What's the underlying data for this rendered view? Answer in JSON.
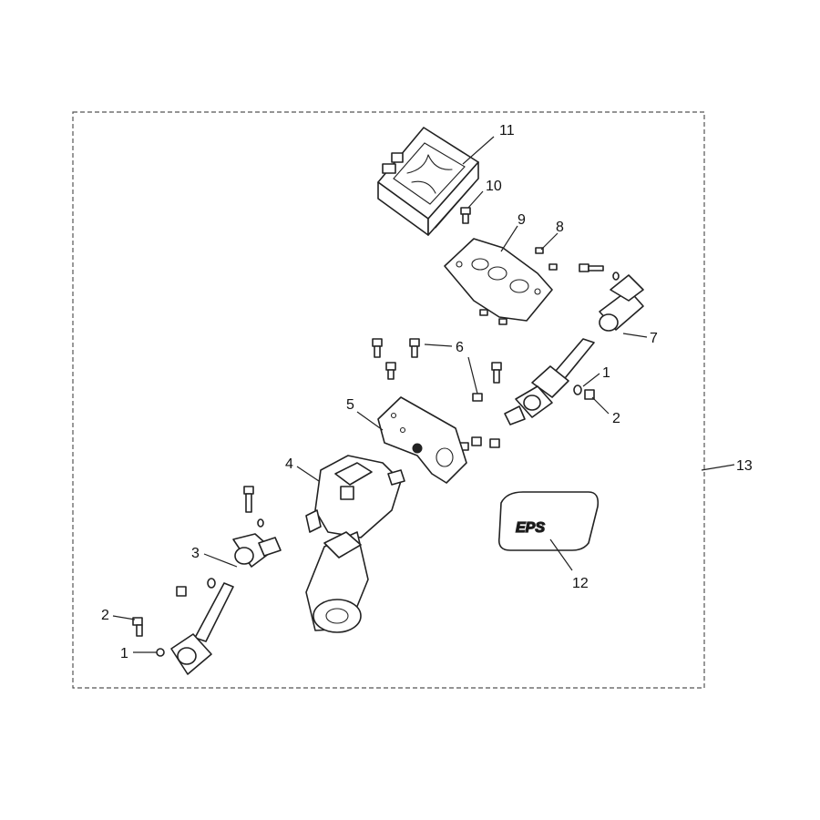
{
  "callouts": {
    "c1a": "1",
    "c1b": "1",
    "c2a": "2",
    "c2b": "2",
    "c3": "3",
    "c4": "4",
    "c5": "5",
    "c6": "6",
    "c7": "7",
    "c8": "8",
    "c9": "9",
    "c10": "10",
    "c11": "11",
    "c12": "12",
    "c13": "13"
  },
  "decal_text": "EPS"
}
